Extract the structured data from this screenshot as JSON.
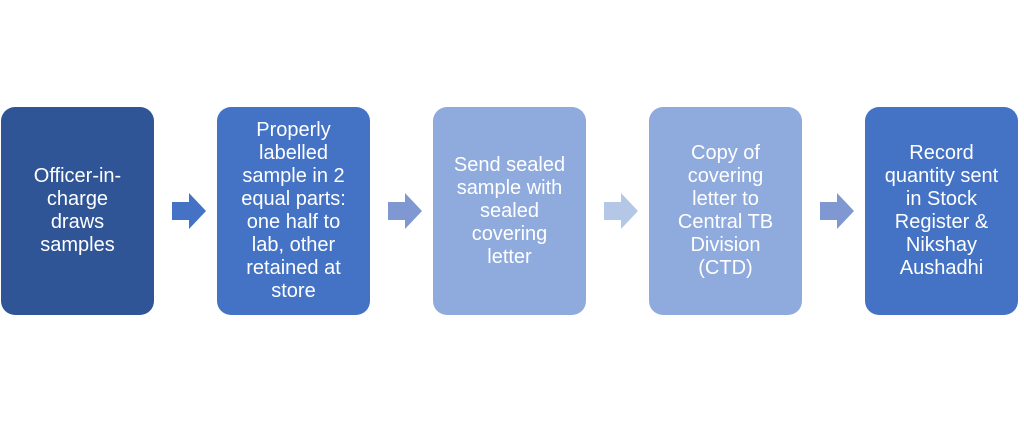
{
  "steps": [
    {
      "label": "Officer-in-\ncharge\ndraws\nsamples",
      "color": "#2F5597"
    },
    {
      "label": "Properly\nlabelled\nsample in 2\nequal parts:\none half to\nlab, other\nretained at\nstore",
      "color": "#4472C4"
    },
    {
      "label": "Send sealed\nsample with\nsealed\ncovering\nletter",
      "color": "#8FAADC"
    },
    {
      "label": "Copy of\ncovering\nletter to\nCentral TB\nDivision\n(CTD)",
      "color": "#8FAADC"
    },
    {
      "label": "Record\nquantity sent\nin Stock\nRegister &\nNikshay\nAushadhi",
      "color": "#4472C4"
    }
  ],
  "arrows": [
    {
      "color": "#4472C4"
    },
    {
      "color": "#7F98D2"
    },
    {
      "color": "#B4C7E7"
    },
    {
      "color": "#7F98D2"
    }
  ]
}
